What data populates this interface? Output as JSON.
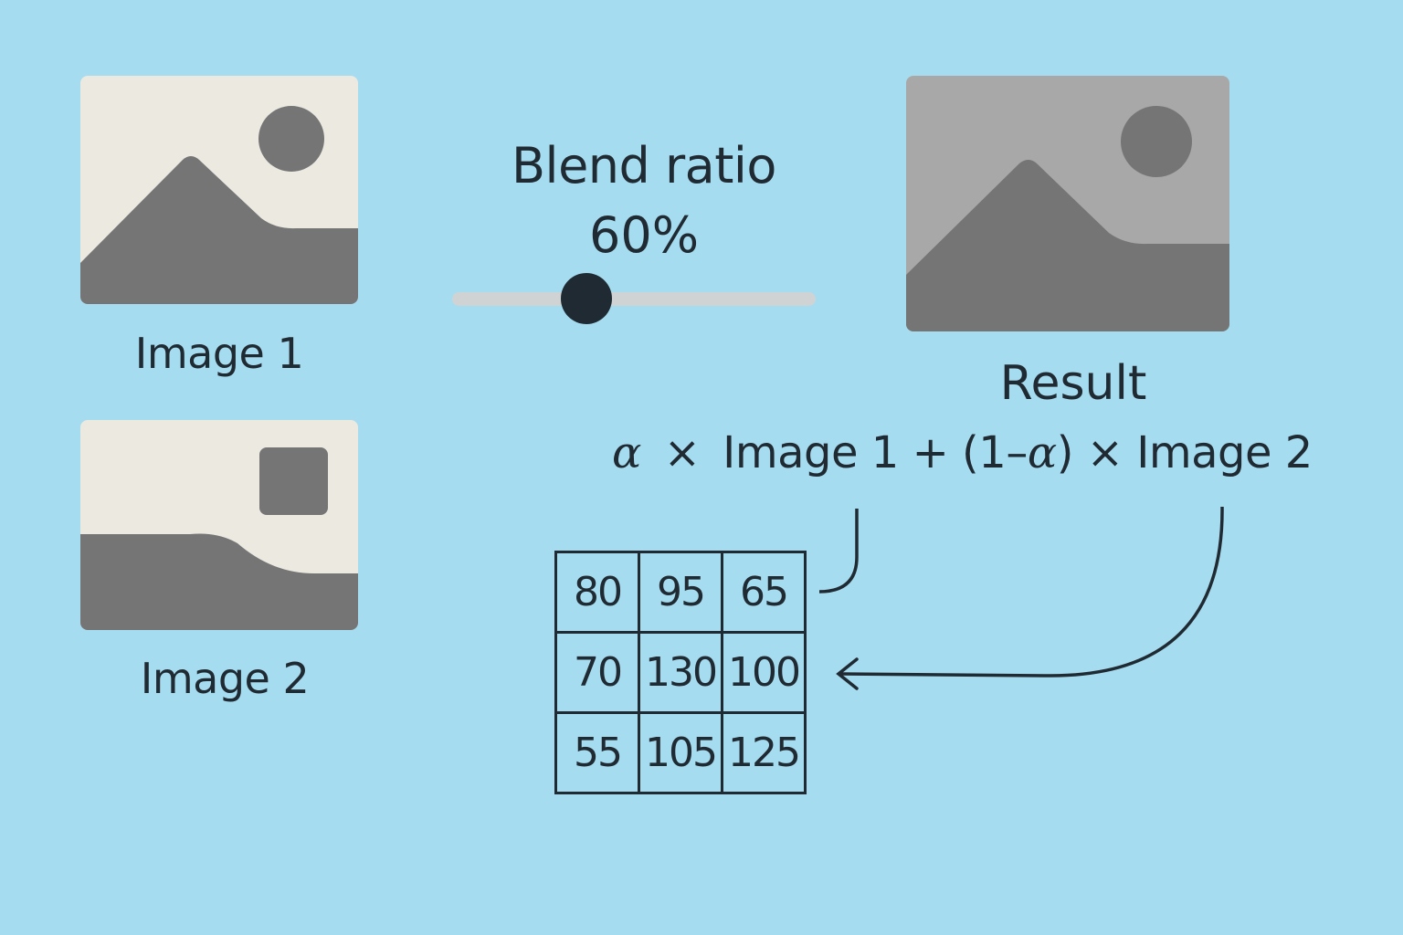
{
  "image1": {
    "label": "Image 1",
    "icon": "landscape-mountain-sun"
  },
  "image2": {
    "label": "Image 2",
    "icon": "landscape-hill-square"
  },
  "result": {
    "label": "Result",
    "icon": "landscape-mountain-sun"
  },
  "blend": {
    "title": "Blend ratio",
    "value_text": "60%",
    "value_fraction": 0.37
  },
  "formula": {
    "alpha": "α",
    "times1": "×",
    "image1": "Image 1",
    "plus": "+",
    "open": "(1–",
    "alpha2": "α",
    "close": ")",
    "times2": "×",
    "image2": "Image 2"
  },
  "matrix": [
    [
      "80",
      "95",
      "65"
    ],
    [
      "70",
      "130",
      "100"
    ],
    [
      "55",
      "105",
      "125"
    ]
  ],
  "colors": {
    "background": "#a6dcef",
    "light_image": "#ece9e1",
    "shape_gray": "#757575",
    "result_bg": "#a8a8a8",
    "ink": "#1f2a33",
    "track": "#cfd3d4"
  }
}
